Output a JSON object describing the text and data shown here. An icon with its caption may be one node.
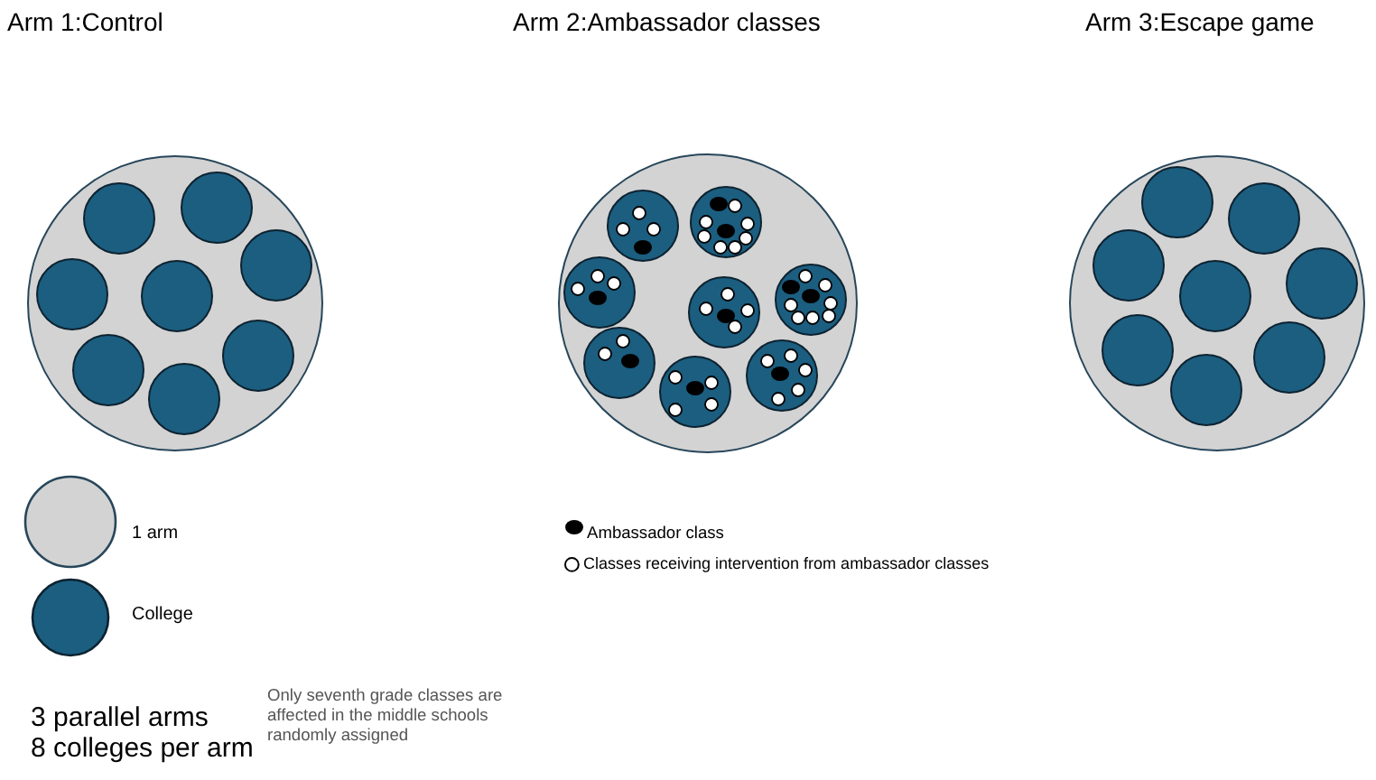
{
  "diagram": {
    "nodes": [
      {
        "text": [
          "Arm 1:Control"
        ]
      },
      {
        "text": [],
        "shape": "circle",
        "in": 0
      },
      {
        "text": [],
        "shape": "circle",
        "in": 0
      },
      {
        "text": [],
        "shape": "circle",
        "in": 0
      },
      {
        "text": [],
        "shape": "circle",
        "in": 0
      },
      {
        "text": [],
        "shape": "circle",
        "in": 0
      },
      {
        "text": [],
        "shape": "circle",
        "in": 0
      },
      {
        "text": [],
        "shape": "circle",
        "in": 0
      },
      {
        "text": [],
        "shape": "circle",
        "in": 0
      },
      {
        "text": [
          "Arm 2:Ambassador classes"
        ]
      },
      {
        "text": [],
        "shape": "circle",
        "in": 9
      },
      {
        "text": [],
        "shape": "circle",
        "in": 9
      },
      {
        "text": [],
        "shape": "circle",
        "in": 9
      },
      {
        "text": [],
        "shape": "circle",
        "in": 9
      },
      {
        "text": [],
        "shape": "circle",
        "in": 9
      },
      {
        "text": [],
        "shape": "circle",
        "in": 9
      },
      {
        "text": [],
        "shape": "circle",
        "in": 9
      },
      {
        "text": [],
        "shape": "circle",
        "in": 9
      },
      {
        "text": [
          "Arm 3:Escape game"
        ]
      },
      {
        "text": [],
        "shape": "circle",
        "in": 18
      },
      {
        "text": [],
        "shape": "circle",
        "in": 18
      },
      {
        "text": [],
        "shape": "circle",
        "in": 18
      },
      {
        "text": [],
        "shape": "circle",
        "in": 18
      },
      {
        "text": [],
        "shape": "circle",
        "in": 18
      },
      {
        "text": [],
        "shape": "circle",
        "in": 18
      },
      {
        "text": [],
        "shape": "circle",
        "in": 18
      },
      {
        "text": [],
        "shape": "circle",
        "in": 18
      }
    ],
    "labels": [
      "3 parallel arms",
      "8 colleges per arm",
      "Only seventh grade classes are affected in the middle schools randomly assigned"
    ],
    "legend": [
      {
        "text": "1 arm",
        "color": "#d3d3d3"
      },
      {
        "text": "College",
        "color": "#1b5e80"
      },
      {
        "text": "Ambassador class",
        "color": "#000000"
      },
      {
        "text": "Classes receiving intervention from ambassador classes"
      }
    ]
  }
}
